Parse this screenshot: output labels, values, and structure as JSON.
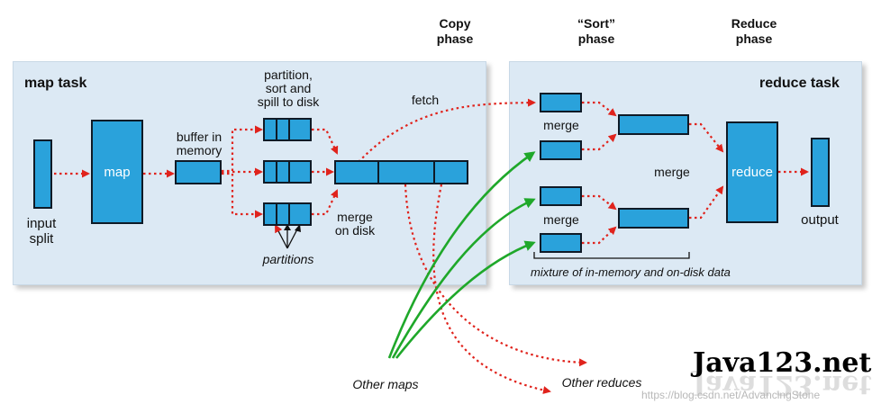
{
  "phases": {
    "copy": "Copy\nphase",
    "sort": "“Sort”\nphase",
    "reduce": "Reduce\nphase"
  },
  "map_task": {
    "title": "map task",
    "input_split": "input\nsplit",
    "map": "map",
    "buffer": "buffer in\nmemory",
    "spill": "partition,\nsort and\nspill to disk",
    "partitions": "partitions",
    "merge_on_disk": "merge\non disk",
    "fetch": "fetch"
  },
  "reduce_task": {
    "title": "reduce task",
    "merge_top": "merge",
    "merge_bottom": "merge",
    "merge_middle": "merge",
    "reduce": "reduce",
    "output": "output",
    "mixture": "mixture of in-memory and on-disk data"
  },
  "external": {
    "other_maps": "Other maps",
    "other_reduces": "Other reduces"
  },
  "watermark": {
    "brand": "Java123.net",
    "url": "https://blog.csdn.net/AdvancingStone"
  },
  "colors": {
    "box_fill": "#2aa2db",
    "panel": "#dce9f4",
    "red_arrow": "#e0231c",
    "green_arrow": "#1fa82a"
  }
}
